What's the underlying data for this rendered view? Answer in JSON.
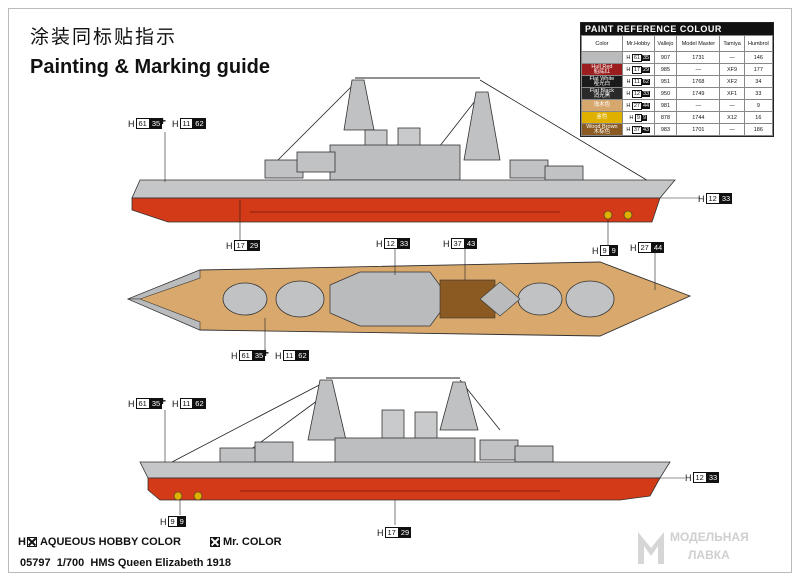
{
  "title_cn": "涂装同标贴指示",
  "title_en": "Painting & Marking guide",
  "paint_table": {
    "header": "PAINT REFERENCE COLOUR",
    "columns": [
      "Color",
      "Mr.Hobby",
      "Vallejo",
      "Model Master",
      "Tamiya",
      "Humbrol"
    ],
    "rows": [
      {
        "swatch": "#b9bbbd",
        "label_en": "",
        "label_cn": "",
        "h1": "61",
        "h2": "35",
        "vallejo": "907",
        "model_master": "1731",
        "tamiya": "—",
        "humbrol": "146"
      },
      {
        "swatch": "#9b1d1d",
        "label_en": "Hull Red",
        "label_cn": "船底红",
        "h1": "17",
        "h2": "29",
        "vallejo": "985",
        "model_master": "—",
        "tamiya": "XF9",
        "humbrol": "177"
      },
      {
        "swatch": "#1a1a1a",
        "label_en": "Flat White",
        "label_cn": "哑光白",
        "h1": "11",
        "h2": "62",
        "vallejo": "951",
        "model_master": "1768",
        "tamiya": "XF2",
        "humbrol": "34"
      },
      {
        "swatch": "#2a2a2a",
        "label_en": "Flat Black",
        "label_cn": "消光黑",
        "h1": "12",
        "h2": "33",
        "vallejo": "950",
        "model_master": "1749",
        "tamiya": "XF1",
        "humbrol": "33"
      },
      {
        "swatch": "#d7a86e",
        "label_en": "",
        "label_cn": "浅木色",
        "h1": "27",
        "h2": "44",
        "vallejo": "981",
        "model_master": "—",
        "tamiya": "—",
        "humbrol": "9"
      },
      {
        "swatch": "#e0b000",
        "label_en": "",
        "label_cn": "金色",
        "h1": "9",
        "h2": "9",
        "vallejo": "878",
        "model_master": "1744",
        "tamiya": "X12",
        "humbrol": "16"
      },
      {
        "swatch": "#8b5a22",
        "label_en": "Wood Brown",
        "label_cn": "木棕色",
        "h1": "37",
        "h2": "43",
        "vallejo": "983",
        "model_master": "1701",
        "tamiya": "—",
        "humbrol": "186"
      }
    ]
  },
  "callouts": {
    "top_left_a": {
      "h": "H",
      "a": "61",
      "b": "35"
    },
    "top_left_b": {
      "h": "H",
      "a": "11",
      "b": "62"
    },
    "top_right": {
      "h": "H",
      "a": "12",
      "b": "33"
    },
    "top_hull": {
      "h": "H",
      "a": "17",
      "b": "29"
    },
    "top_prop": {
      "h": "H",
      "a": "9",
      "b": "9"
    },
    "deck_a": {
      "h": "H",
      "a": "12",
      "b": "33"
    },
    "deck_b": {
      "h": "H",
      "a": "37",
      "b": "43"
    },
    "deck_c": {
      "h": "H",
      "a": "27",
      "b": "44"
    },
    "deck_bot_a": {
      "h": "H",
      "a": "61",
      "b": "35"
    },
    "deck_bot_b": {
      "h": "H",
      "a": "11",
      "b": "62"
    },
    "bot_left_a": {
      "h": "H",
      "a": "61",
      "b": "35"
    },
    "bot_left_b": {
      "h": "H",
      "a": "11",
      "b": "62"
    },
    "bot_right": {
      "h": "H",
      "a": "12",
      "b": "33"
    },
    "bot_prop": {
      "h": "H",
      "a": "9",
      "b": "9"
    },
    "bot_hull": {
      "h": "H",
      "a": "17",
      "b": "29"
    }
  },
  "plus_sign": "+",
  "legend": {
    "aqueous_h": "H",
    "aqueous_label": "AQUEOUS HOBBY COLOR",
    "mr_color_label": "Mr. COLOR"
  },
  "footer": {
    "code": "05797",
    "scale": "1/700",
    "name": "HMS Queen Elizabeth 1918"
  },
  "watermark": {
    "line1": "МОДЕЛЬНАЯ",
    "line2": "ЛАВКА"
  },
  "colors": {
    "hull_red": "#d23a18",
    "hull_gray": "#c4c6c8",
    "deck_wood": "#d9a86c",
    "dark": "#111111"
  }
}
